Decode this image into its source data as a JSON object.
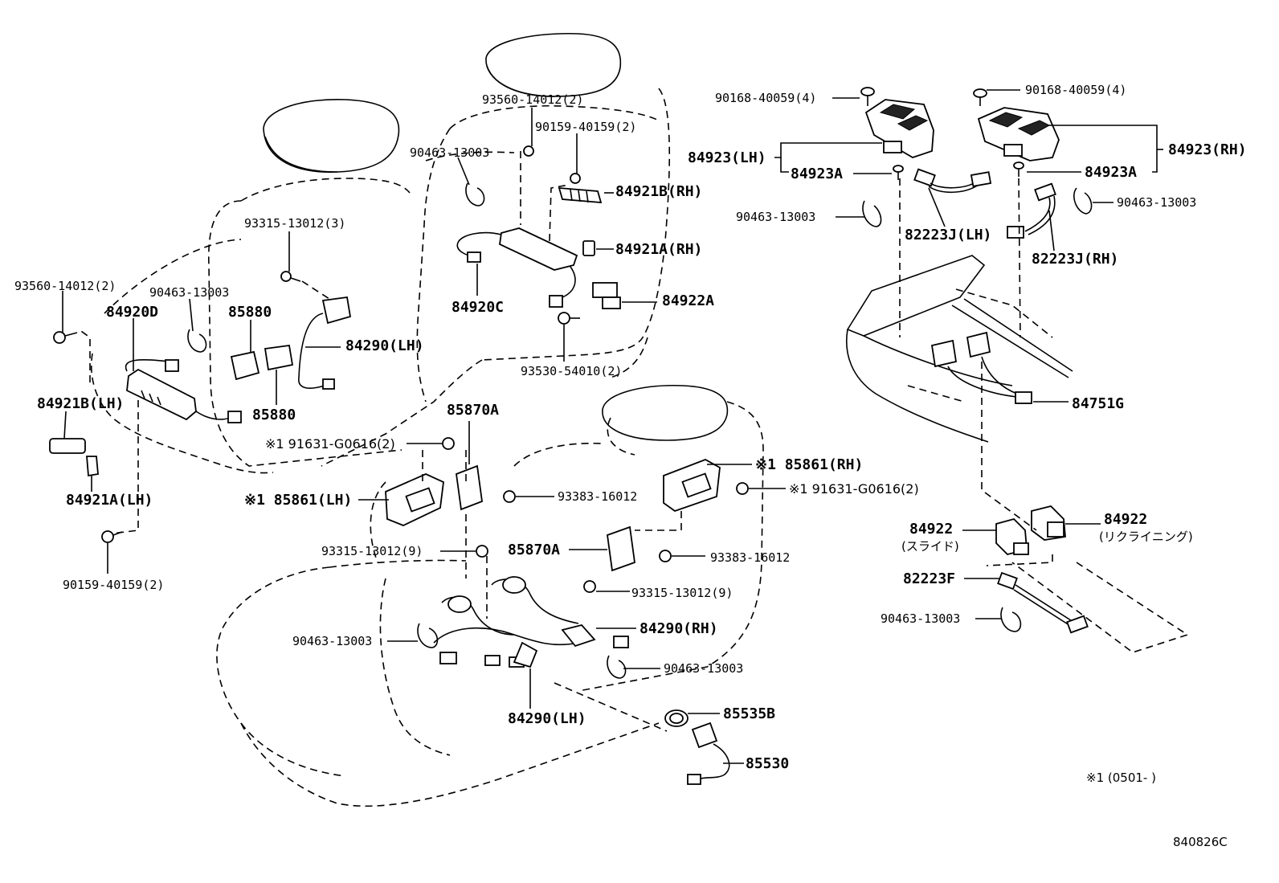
{
  "labels": {
    "l01": "93560-14012(2)",
    "l02": "90159-40159(2)",
    "l03": "90463-13003",
    "l04": "84921B(RH)",
    "l05": "84921A(RH)",
    "l06": "84922A",
    "l07": "84920C",
    "l08": "93530-54010(2)",
    "l09": "93315-13012(3)",
    "l10": "93560-14012(2)",
    "l11": "90463-13003",
    "l12": "84920D",
    "l13": "85880",
    "l14": "84290(LH)",
    "l15": "85880",
    "l16": "84921B(LH)",
    "l17": "84921A(LH)",
    "l18": "90159-40159(2)",
    "l19": "85870A",
    "l20": "※1 91631-G0616(2)",
    "l21": "※1 85861(LH)",
    "l22": "93383-16012",
    "l23": "93315-13012(9)",
    "l24": "85870A",
    "l25": "93383-16012",
    "l26": "※1 85861(RH)",
    "l27": "※1 91631-G0616(2)",
    "l28": "93315-13012(9)",
    "l29": "84290(RH)",
    "l30": "90463-13003",
    "l31": "90463-13003",
    "l32": "84290(LH)",
    "l33": "85535B",
    "l34": "85530",
    "l35": "90168-40059(4)",
    "l36": "90168-40059(4)",
    "l37": "84923(LH)",
    "l38": "84923A",
    "l39": "84923A",
    "l40": "84923(RH)",
    "l41": "90463-13003",
    "l42": "90463-13003",
    "l43": "82223J(LH)",
    "l44": "82223J(RH)",
    "l45": "84751G",
    "l46": "84922",
    "l47": "(スライド)",
    "l48": "84922",
    "l49": "(リクライニング)",
    "l50": "82223F",
    "l51": "90463-13003",
    "l52": "※1 (0501-      )",
    "l53": "840826C"
  }
}
